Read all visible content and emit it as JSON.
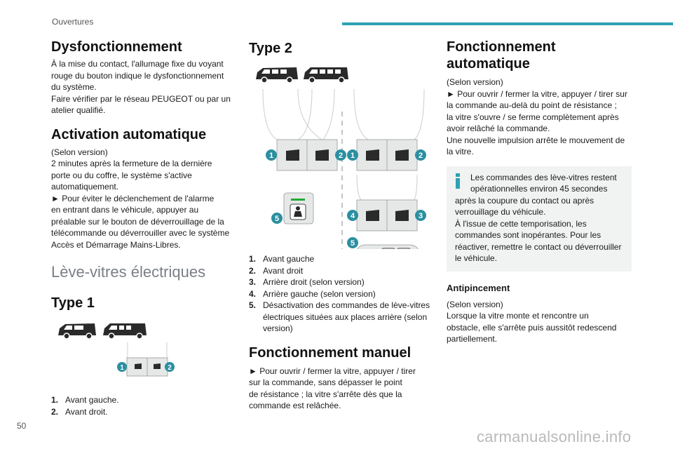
{
  "header": {
    "title": "Ouvertures"
  },
  "page_number": "50",
  "watermark": "carmanualsonline.info",
  "col1": {
    "dysfonctionnement": {
      "title": "Dysfonctionnement",
      "body": "À la mise du contact, l'allumage fixe du voyant\nrouge du bouton indique le dysfonctionnement\ndu système.\nFaire vérifier par le réseau PEUGEOT ou par un\natelier qualifié."
    },
    "activation": {
      "title": "Activation automatique",
      "body": "(Selon version)\n2 minutes après la fermeture de la dernière\nporte ou du coffre, le système s'active\nautomatiquement.\n► Pour éviter le déclenchement de l'alarme\nen entrant dans le véhicule, appuyer au\npréalable sur le bouton de déverrouillage de la\ntélécommande ou déverrouiller avec le système\nAccès et Démarrage Mains-Libres."
    },
    "leve_vitres": {
      "title": "Lève-vitres électriques"
    },
    "type1": {
      "title": "Type 1",
      "legend": [
        {
          "n": "1.",
          "t": "Avant gauche."
        },
        {
          "n": "2.",
          "t": "Avant droit."
        }
      ]
    }
  },
  "col2": {
    "type2": {
      "title": "Type 2",
      "legend": [
        {
          "n": "1.",
          "t": "Avant gauche"
        },
        {
          "n": "2.",
          "t": "Avant droit"
        },
        {
          "n": "3.",
          "t": "Arrière droit (selon version)"
        },
        {
          "n": "4.",
          "t": "Arrière gauche (selon version)"
        },
        {
          "n": "5.",
          "t": "Désactivation des commandes de lève-vitres électriques situées aux places arrière (selon version)"
        }
      ]
    },
    "manuel": {
      "title": "Fonctionnement manuel",
      "body": "► Pour ouvrir / fermer la vitre, appuyer / tirer\nsur la commande, sans dépasser le point\nde résistance ; la vitre s'arrête dès que la\ncommande est relâchée."
    },
    "badges": [
      "1",
      "2",
      "3",
      "4",
      "5"
    ]
  },
  "col3": {
    "auto": {
      "title": "Fonctionnement automatique",
      "body": "(Selon version)\n► Pour ouvrir / fermer la vitre, appuyer / tirer sur\nla commande au-delà du point de résistance ;\nla vitre s'ouvre / se ferme complètement après\navoir relâché la commande.\nUne nouvelle impulsion arrête le mouvement de\nla vitre."
    },
    "info": {
      "first": "Les commandes des lève-vitres restent opérationnelles environ 45 secondes",
      "rest": "après la coupure du contact ou après\nverrouillage du véhicule.\nÀ l'issue de cette temporisation, les\ncommandes sont inopérantes. Pour les\nréactiver, remettre le contact ou déverrouiller\nle véhicule."
    },
    "antipincement": {
      "title": "Antipincement",
      "body": "(Selon version)\nLorsque la vitre monte et rencontre un\nobstacle, elle s'arrête puis aussitôt redescend\npartiellement."
    }
  },
  "colors": {
    "accent": "#2aa3b3",
    "badge": "#2b8fa0",
    "panel": "#e6e8e8",
    "warning_led": "#c0392b"
  }
}
